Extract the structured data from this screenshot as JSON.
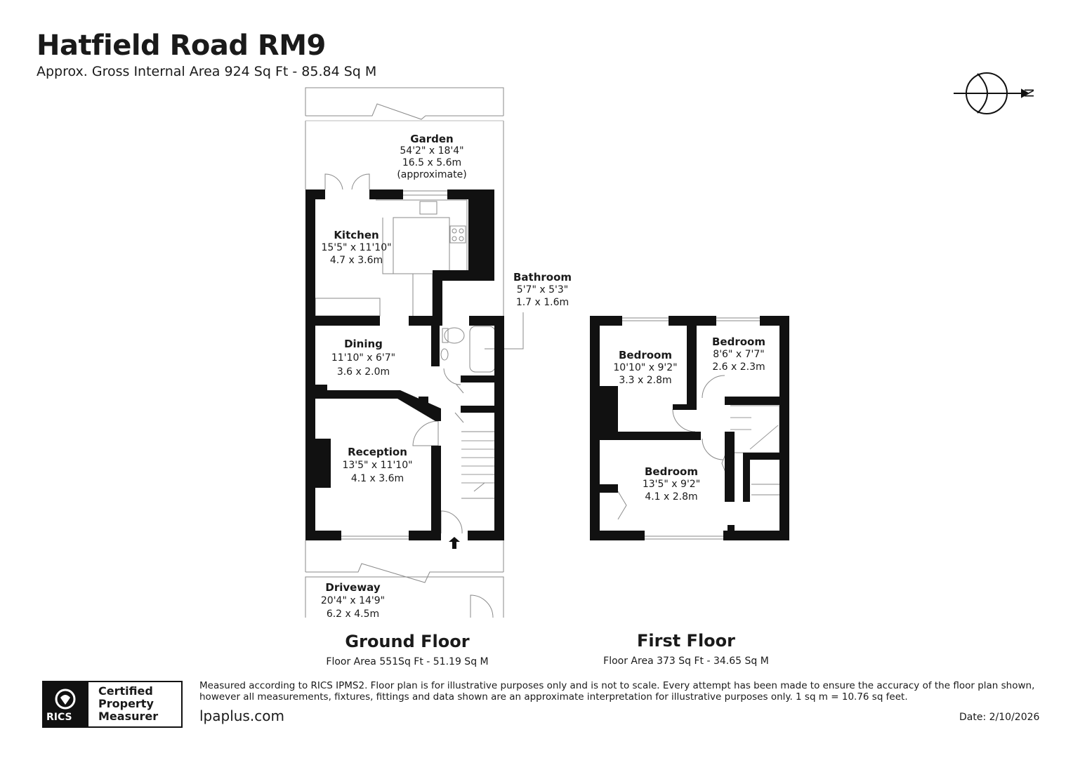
{
  "header": {
    "title": "Hatfield Road RM9",
    "subtitle": "Approx. Gross Internal Area 924 Sq Ft - 85.84 Sq M"
  },
  "compass": {
    "label": "N",
    "icon": "north-arrow-icon"
  },
  "ground_floor": {
    "title": "Ground Floor",
    "area": "Floor Area 551Sq Ft - 51.19 Sq M",
    "rooms": {
      "garden": {
        "name": "Garden",
        "imperial": "54'2\" x 18'4\"",
        "metric": "16.5 x 5.6m",
        "note": "(approximate)"
      },
      "kitchen": {
        "name": "Kitchen",
        "imperial": "15'5\" x 11'10\"",
        "metric": "4.7 x 3.6m"
      },
      "bathroom": {
        "name": "Bathroom",
        "imperial": "5'7\" x 5'3\"",
        "metric": "1.7 x 1.6m"
      },
      "dining": {
        "name": "Dining",
        "imperial": "11'10\" x 6'7\"",
        "metric": "3.6 x 2.0m"
      },
      "reception": {
        "name": "Reception",
        "imperial": "13'5\" x 11'10\"",
        "metric": "4.1 x 3.6m"
      },
      "driveway": {
        "name": "Driveway",
        "imperial": "20'4\" x 14'9\"",
        "metric": "6.2 x 4.5m"
      }
    }
  },
  "first_floor": {
    "title": "First Floor",
    "area": "Floor Area 373 Sq Ft -  34.65 Sq M",
    "rooms": {
      "bedroom_1": {
        "name": "Bedroom",
        "imperial": "10'10\" x 9'2\"",
        "metric": "3.3 x 2.8m"
      },
      "bedroom_2": {
        "name": "Bedroom",
        "imperial": "8'6\" x 7'7\"",
        "metric": "2.6 x 2.3m"
      },
      "bedroom_3": {
        "name": "Bedroom",
        "imperial": "13'5\" x 9'2\"",
        "metric": "4.1 x 2.8m"
      }
    }
  },
  "footer": {
    "rics_logo_text": "RICS",
    "badge_lines": [
      "Certified",
      "Property",
      "Measurer"
    ],
    "disclaimer": "Measured according to RICS IPMS2. Floor plan is for illustrative purposes only and is not to scale. Every attempt has been made to ensure the accuracy of the floor plan shown, however all measurements, fixtures, fittings and data shown are an approximate interpretation for illustrative purposes only. 1 sq m = 10.76 sq feet.",
    "website": "lpaplus.com",
    "date": "Date: 2/10/2026"
  },
  "colors": {
    "wall": "#111111",
    "line": "#888888",
    "text": "#1a1a1a"
  }
}
